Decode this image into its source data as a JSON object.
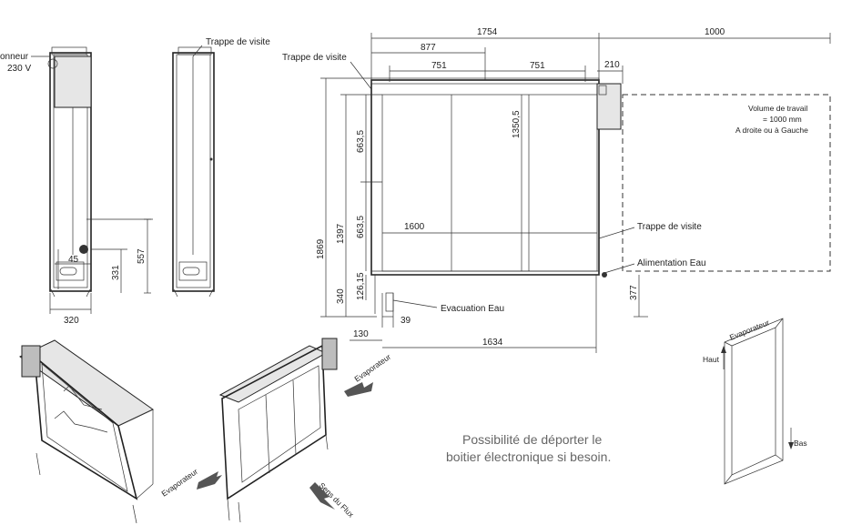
{
  "labels": {
    "connector": "onneur",
    "voltage": "230 V",
    "trappe_side": "Trappe de visite",
    "trappe_front_top": "Trappe de visite",
    "trappe_front_right": "Trappe de visite",
    "alimentation": "Alimentation Eau",
    "evacuation": "Evacuation Eau",
    "volume_line1": "Volume de travail",
    "volume_line2": "= 1000 mm",
    "volume_line3": "A droite ou à Gauche",
    "evaporateur_iso_right": "Evaporateur",
    "evaporateur_iso_left": "Evaporateur",
    "sens_flux": "Sens du Flux",
    "evaporateur_panel": "Evaporateur",
    "haut": "Haut",
    "bas": "Bas"
  },
  "note": {
    "line1": "Possibilité de déporter le",
    "line2": "boitier électronique si besoin."
  },
  "dims": {
    "w1754": "1754",
    "w1000": "1000",
    "w877": "877",
    "w751a": "751",
    "w751b": "751",
    "w210": "210",
    "h1350": "1350,5",
    "h663a": "663,5",
    "h663b": "663,5",
    "h1397": "1397",
    "h1869": "1869",
    "w1600": "1600",
    "h340": "340",
    "h126": "126,15",
    "w39": "39",
    "w130": "130",
    "w1634": "1634",
    "h377": "377",
    "w45": "45",
    "h331": "331",
    "h557": "557",
    "w320": "320"
  }
}
